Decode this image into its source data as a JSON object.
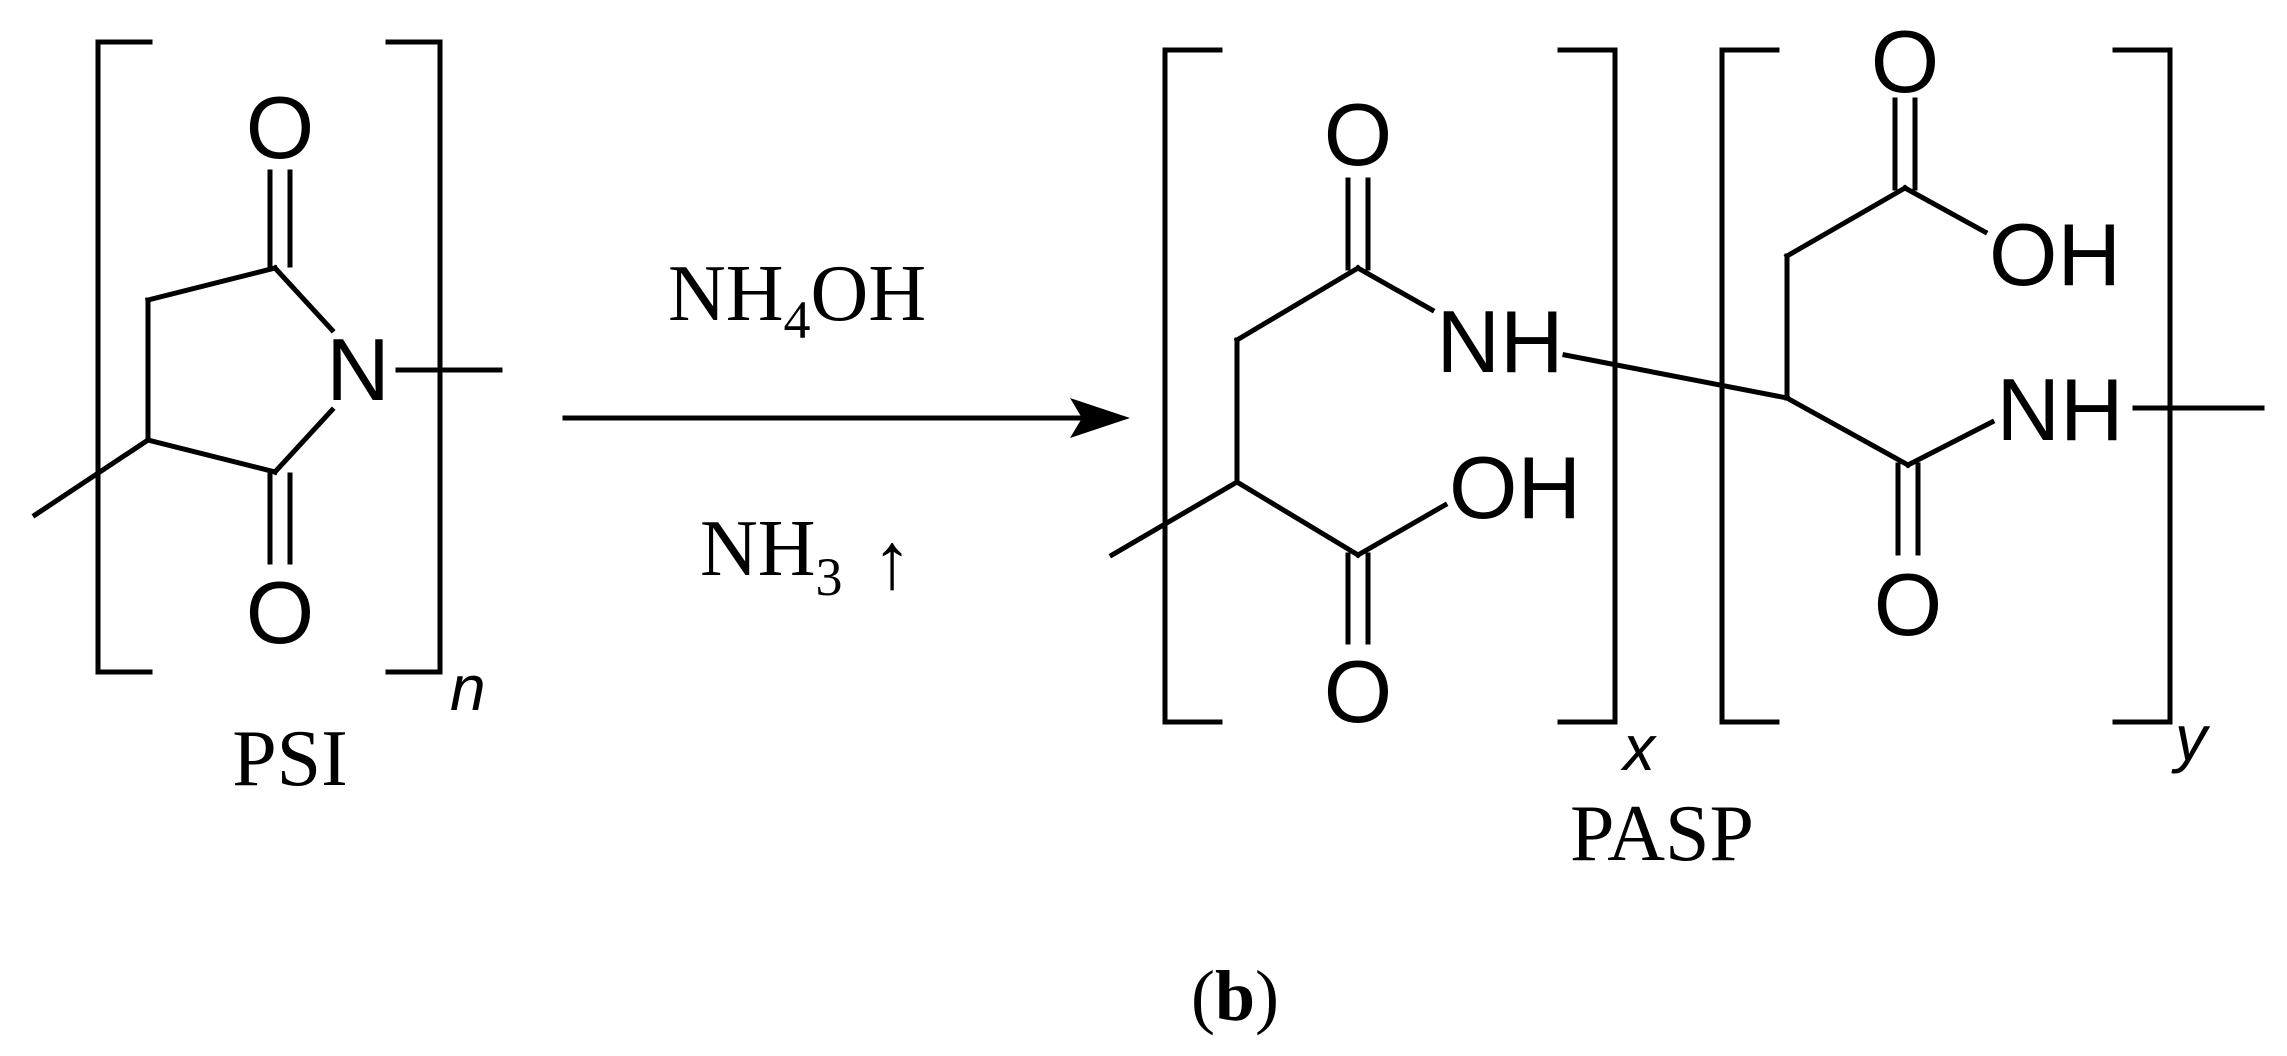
{
  "psi": {
    "atom_o_top": "O",
    "atom_n": "N",
    "atom_o_bottom": "O",
    "repeat_index": "n",
    "label": "PSI"
  },
  "reaction": {
    "reagent_main": "NH",
    "reagent_sub": "4",
    "reagent_tail": "OH",
    "byproduct_main": "NH",
    "byproduct_sub": "3",
    "byproduct_arrow": "↑"
  },
  "pasp": {
    "unit_x": {
      "atom_o_top": "O",
      "atom_nh": "NH",
      "atom_oh": "OH",
      "atom_o_bottom": "O",
      "repeat_index": "x"
    },
    "unit_y": {
      "atom_o_top": "O",
      "atom_oh": "OH",
      "atom_nh": "NH",
      "atom_o_bottom": "O",
      "repeat_index": "y"
    },
    "label": "PASP"
  },
  "caption": {
    "open": "(",
    "letter": "b",
    "close": ")"
  }
}
